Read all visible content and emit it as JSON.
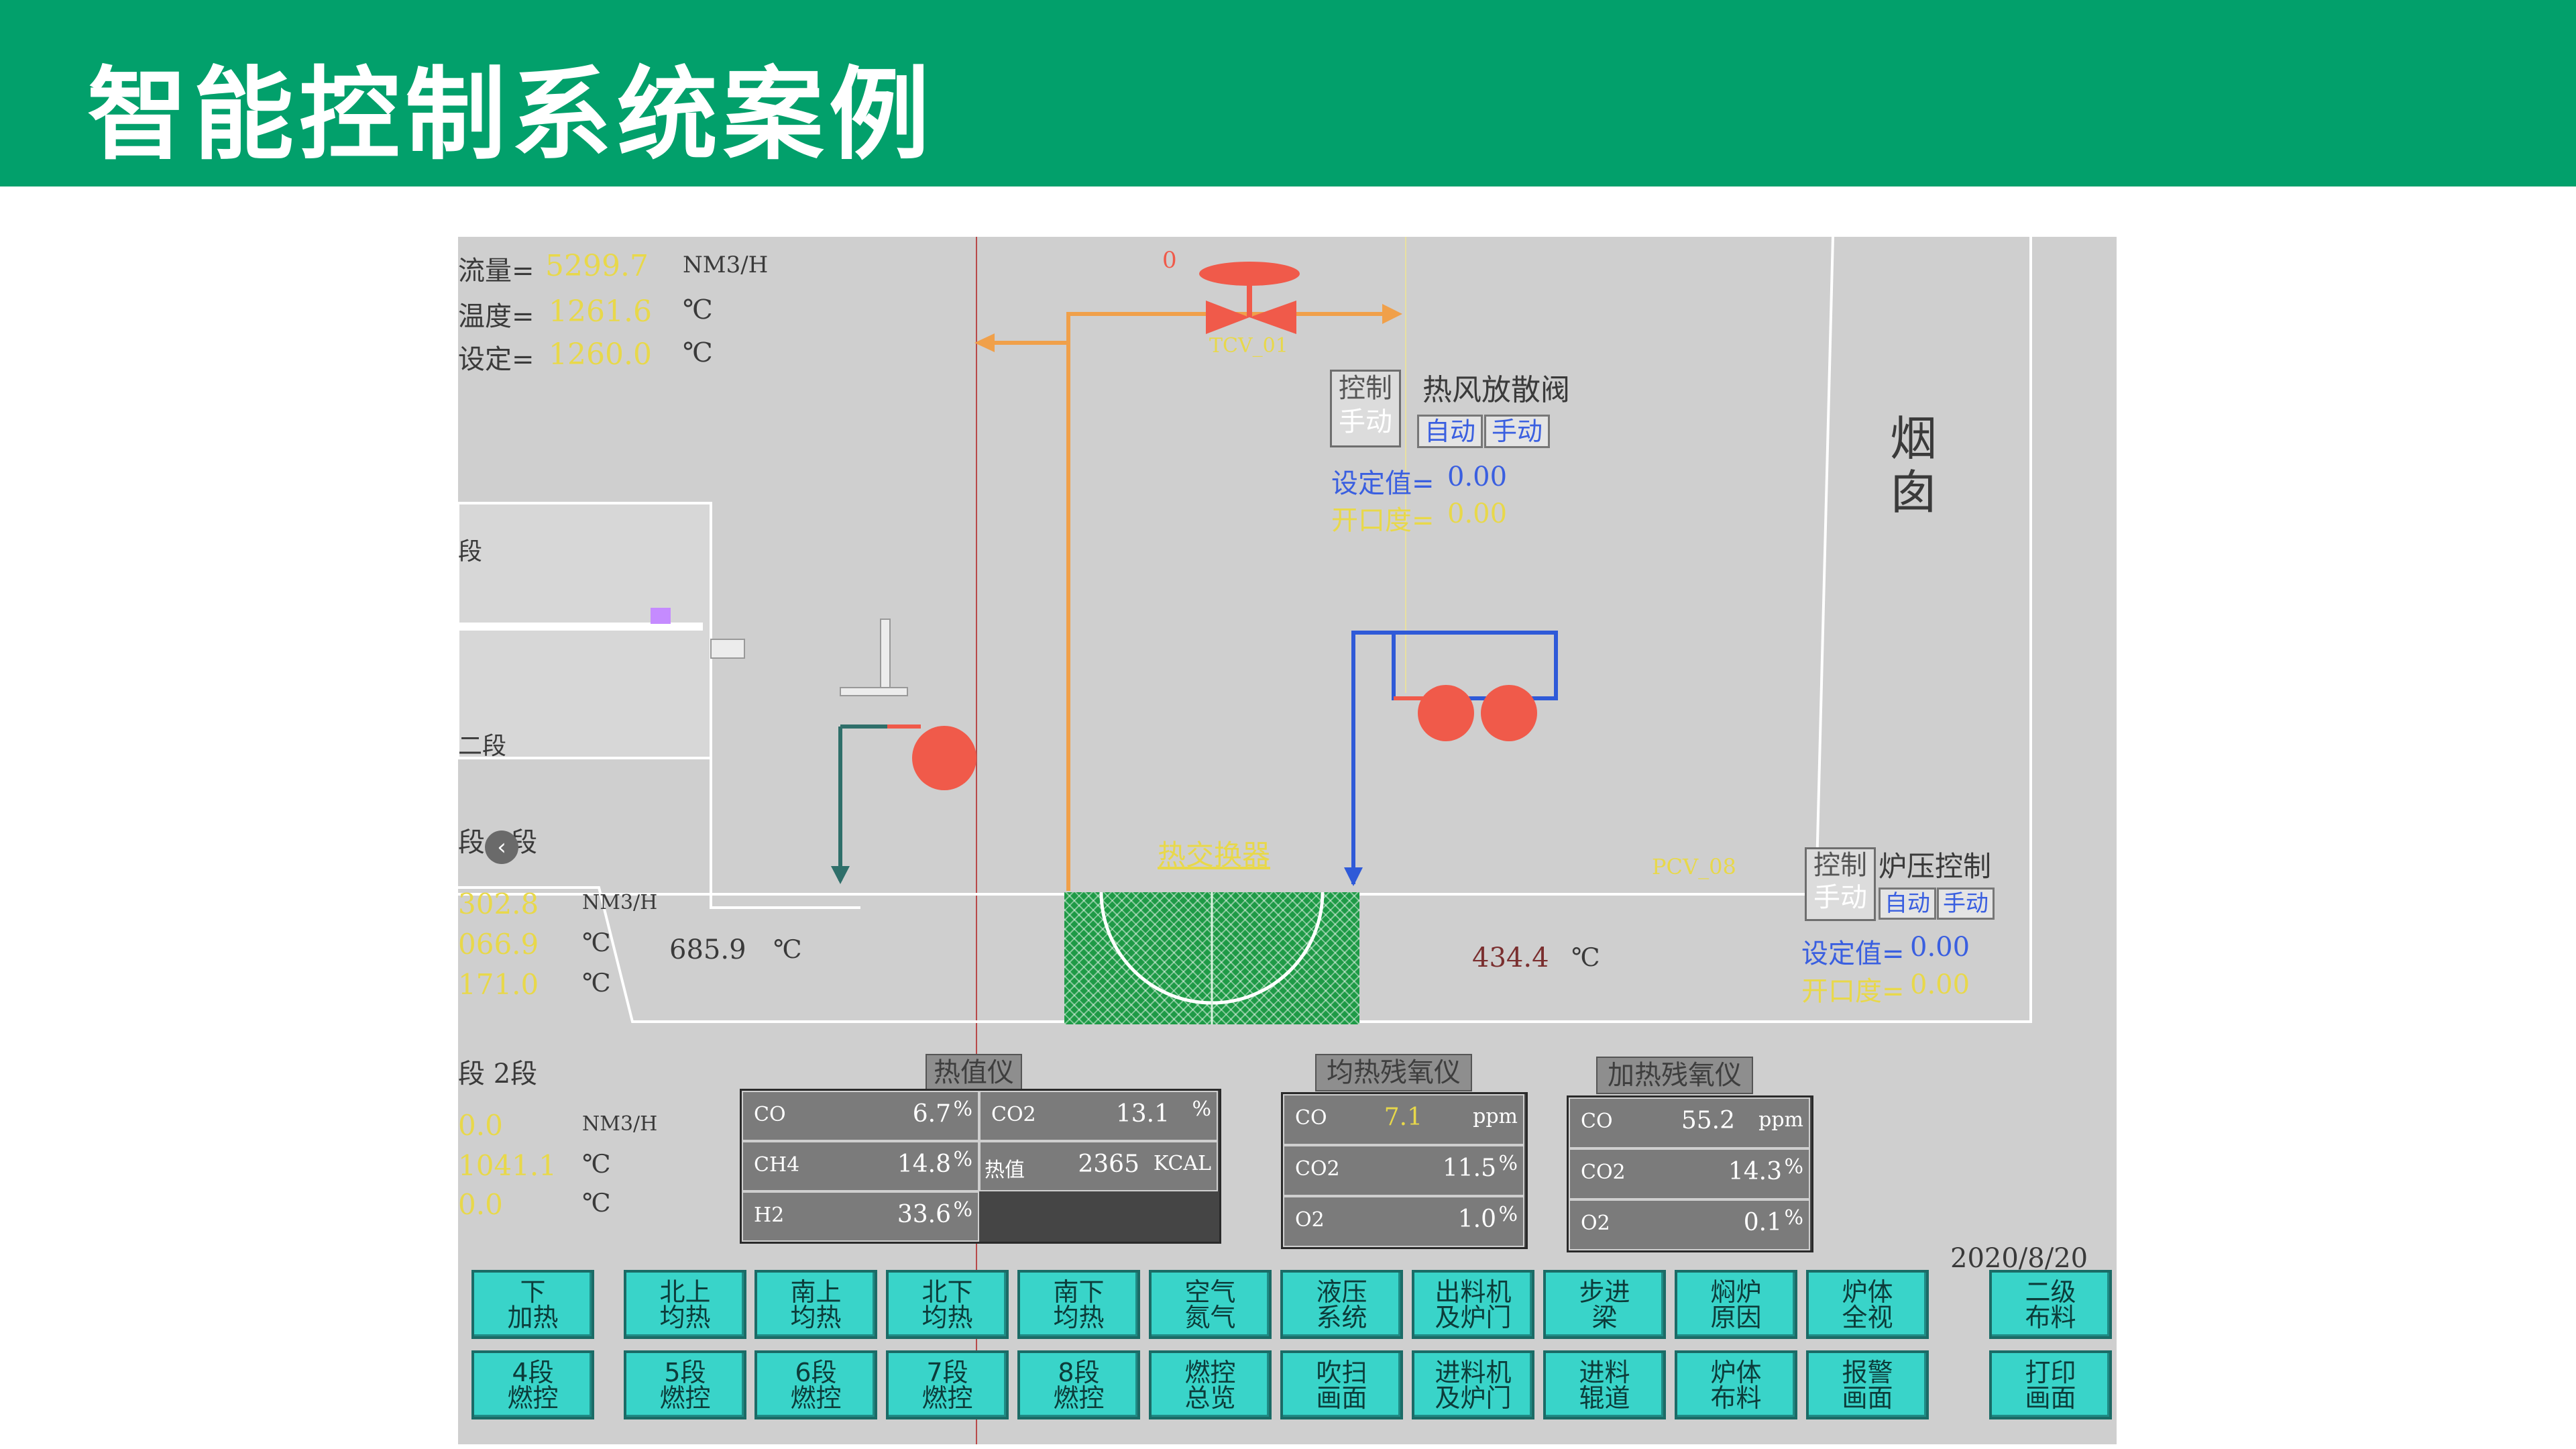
{
  "slide_title": "智能控制系统案例",
  "top_left": {
    "flow_label": "流量=",
    "flow_value": "5299.7",
    "flow_unit": "NM3/H",
    "temp_label": "温度=",
    "temp_value": "1261.6",
    "temp_unit": "℃",
    "setpoint_label": "设定=",
    "setpoint_value": "1260.0",
    "setpoint_unit": "℃"
  },
  "valve_top": {
    "zero_value": "0",
    "tag": "TCV_01"
  },
  "hot_air_valve": {
    "ctl_label_1": "控制",
    "ctl_label_2": "手动",
    "title": "热风放散阀",
    "auto_label": "自动",
    "manual_label": "手动",
    "set_label": "设定值=",
    "set_value": "0.00",
    "open_label": "开口度=",
    "open_value": "0.00"
  },
  "chimney": {
    "line1": "烟",
    "line2": "囱"
  },
  "furnace": {
    "seg_top": "段",
    "seg_two": "二段"
  },
  "middle_left": {
    "seg_label": "段 4段",
    "v1": "302.8",
    "u1": "NM3/H",
    "v2": "066.9",
    "u2": "℃",
    "v3": "171.0",
    "u3": "℃",
    "temp_mid_value": "685.9",
    "temp_mid_unit": "℃"
  },
  "heat_exchanger": {
    "label": "热交换器"
  },
  "pressure": {
    "tag": "PCV_08",
    "ctl_label_1": "控制",
    "ctl_label_2": "手动",
    "title": "炉压控制",
    "auto_label": "自动",
    "manual_label": "手动",
    "set_label": "设定值=",
    "set_value": "0.00",
    "open_label": "开口度=",
    "open_value": "0.00",
    "temp_value": "434.4",
    "temp_unit": "℃"
  },
  "lower_left": {
    "seg_label": "段 2段",
    "v1": "0.0",
    "u1": "NM3/H",
    "v2": "1041.1",
    "u2": "℃",
    "v3": "0.0",
    "u3": "℃"
  },
  "calorimeter": {
    "title": "热值仪",
    "co": {
      "label": "CO",
      "value": "6.7",
      "unit": "%"
    },
    "co2": {
      "label": "CO2",
      "value": "13.1",
      "unit": "%"
    },
    "ch4": {
      "label": "CH4",
      "value": "14.8",
      "unit": "%"
    },
    "heat": {
      "label": "热值",
      "value": "2365",
      "unit": "KCAL"
    },
    "h2": {
      "label": "H2",
      "value": "33.6",
      "unit": "%"
    }
  },
  "soak_oxygen": {
    "title": "均热残氧仪",
    "co": {
      "label": "CO",
      "value": "7.1",
      "unit": "ppm"
    },
    "co2": {
      "label": "CO2",
      "value": "11.5",
      "unit": "%"
    },
    "o2": {
      "label": "O2",
      "value": "1.0",
      "unit": "%"
    }
  },
  "heat_oxygen": {
    "title": "加热残氧仪",
    "co": {
      "label": "CO",
      "value": "55.2",
      "unit": "ppm"
    },
    "co2": {
      "label": "CO2",
      "value": "14.3",
      "unit": "%"
    },
    "o2": {
      "label": "O2",
      "value": "0.1",
      "unit": "%"
    }
  },
  "date": "2020/8/20",
  "buttons_row1": [
    "下\n加热",
    "北上\n均热",
    "南上\n均热",
    "北下\n均热",
    "南下\n均热",
    "空气\n氮气",
    "液压\n系统",
    "出料机\n及炉门",
    "步进\n梁",
    "焖炉\n原因",
    "炉体\n全视",
    "二级\n布料"
  ],
  "buttons_row2": [
    "4段\n燃控",
    "5段\n燃控",
    "6段\n燃控",
    "7段\n燃控",
    "8段\n燃控",
    "燃控\n总览",
    "吹扫\n画面",
    "进料机\n及炉门",
    "进料\n辊道",
    "炉体\n布料",
    "报警\n画面",
    "打印\n画面"
  ],
  "colors": {
    "banner": "#02a06b",
    "screen_bg": "#cfcfcf",
    "button": "#39d4c9",
    "pipe_orange": "#f0a04a",
    "pipe_blue": "#2f5ad8",
    "pipe_teal": "#2f6f6a",
    "fan_red": "#f05a4a",
    "hx_green": "#1e9a46",
    "value_yellow": "#e8d84a",
    "value_blue": "#3a5fe0"
  }
}
